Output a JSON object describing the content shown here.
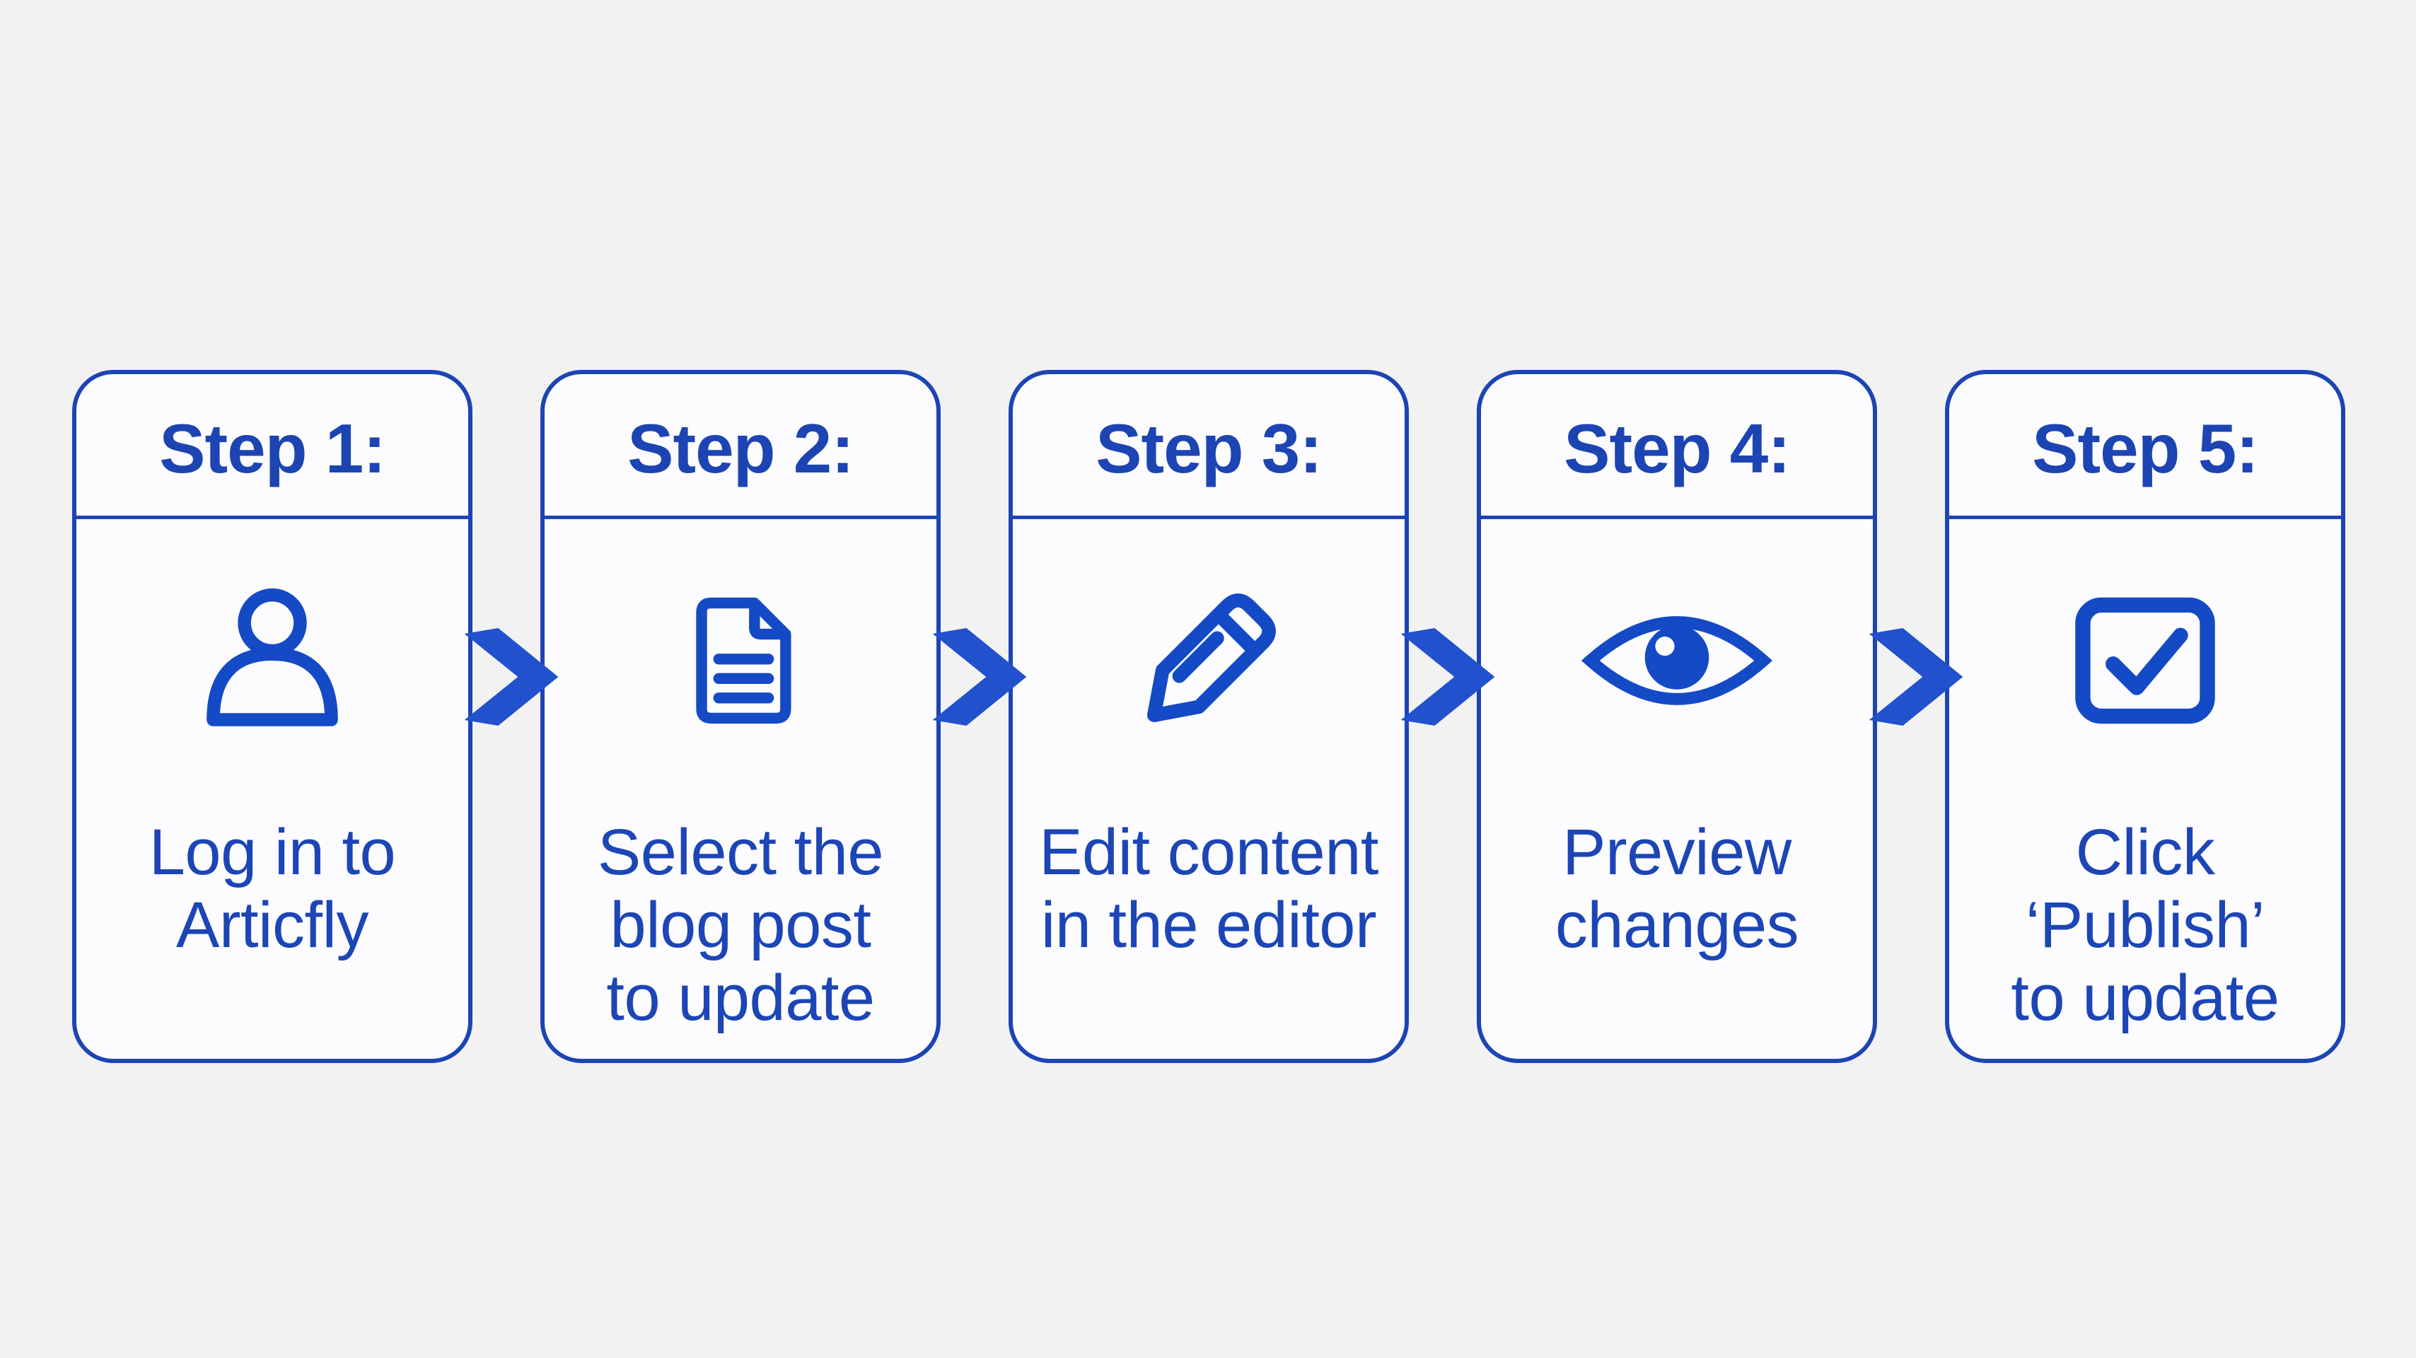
{
  "diagram": {
    "description": "Five step process flow for updating a blog post",
    "steps": [
      {
        "title": "Step 1:",
        "caption": "Log in to\nArticfly",
        "icon": "user-icon"
      },
      {
        "title": "Step 2:",
        "caption": "Select the\nblog post\nto update",
        "icon": "document-icon"
      },
      {
        "title": "Step 3:",
        "caption": "Edit content\nin the editor",
        "icon": "pencil-icon"
      },
      {
        "title": "Step 4:",
        "caption": "Preview\nchanges",
        "icon": "eye-icon"
      },
      {
        "title": "Step 5:",
        "caption": "Click\n‘Publish’\nto update",
        "icon": "checkbox-check-icon"
      }
    ]
  },
  "colors": {
    "accent_blue": "#1d44b3",
    "text_blue": "#1c45b6",
    "icon_blue": "#154ac6",
    "arrow_blue": "#2151cd",
    "card_fill": "#fcfcfe",
    "page_bg": "#f2f2f3"
  }
}
